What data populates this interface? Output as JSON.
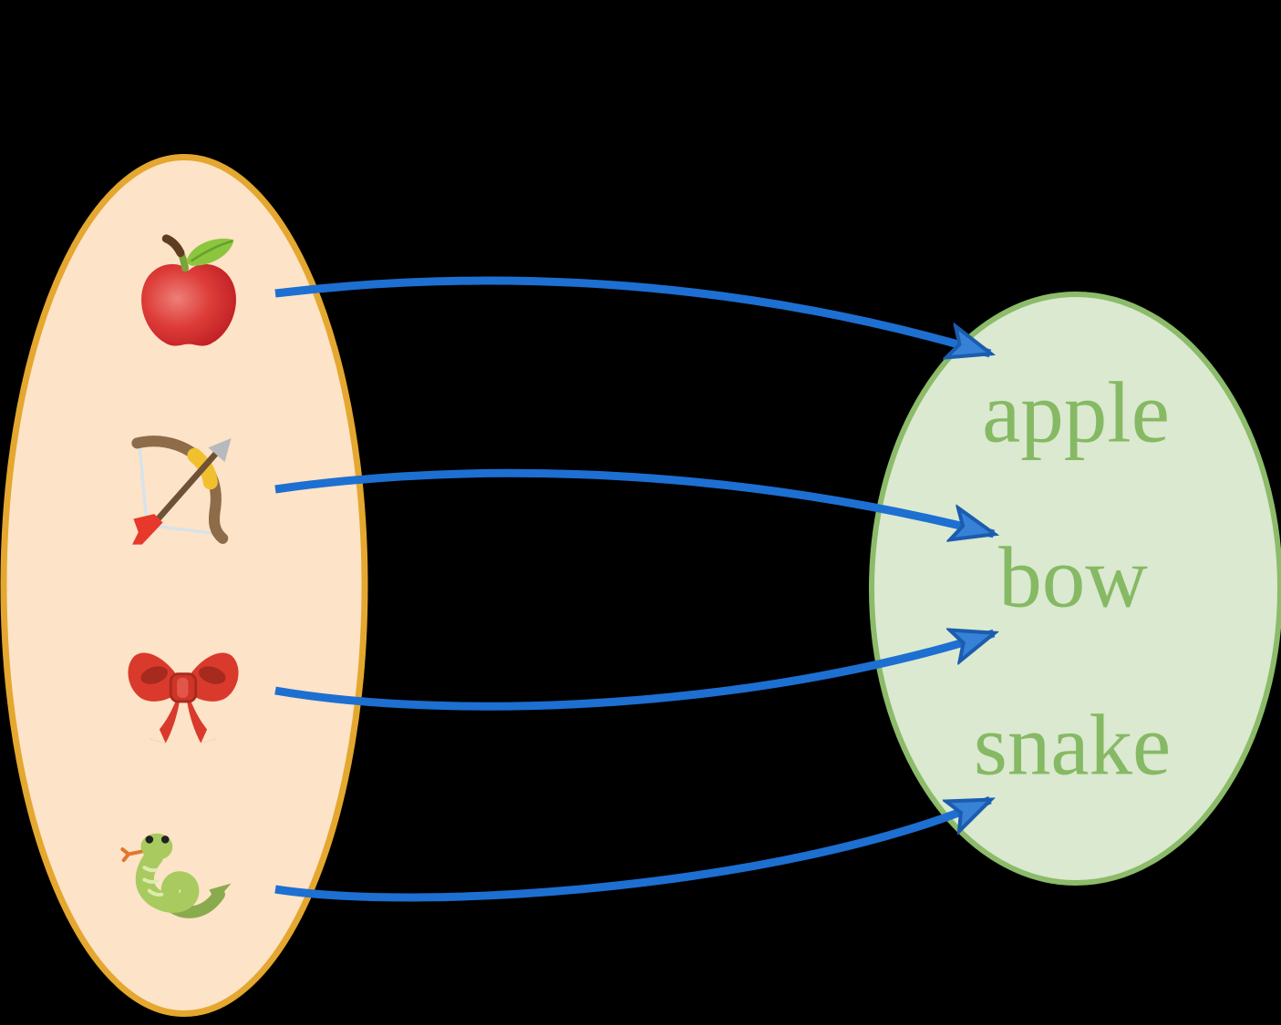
{
  "diagram": {
    "type": "set-mapping",
    "background_color": "#000000",
    "domain_set": {
      "fill_color": "#fde3c7",
      "border_color": "#e4a72f",
      "items": [
        {
          "icon": "red-apple-emoji",
          "maps_to": "apple"
        },
        {
          "icon": "bow-and-arrow-emoji",
          "maps_to": "bow"
        },
        {
          "icon": "ribbon-bow-emoji",
          "maps_to": "bow"
        },
        {
          "icon": "snake-emoji",
          "maps_to": "snake"
        }
      ]
    },
    "codomain_set": {
      "fill_color": "#dbe9d0",
      "border_color": "#8cbb6a",
      "label_color": "#86b964",
      "labels": [
        "apple",
        "bow",
        "snake"
      ]
    },
    "arrows": {
      "color": "#1d6fd2",
      "head_fill": "#3781d6",
      "head_stroke": "#1b5cae"
    }
  }
}
